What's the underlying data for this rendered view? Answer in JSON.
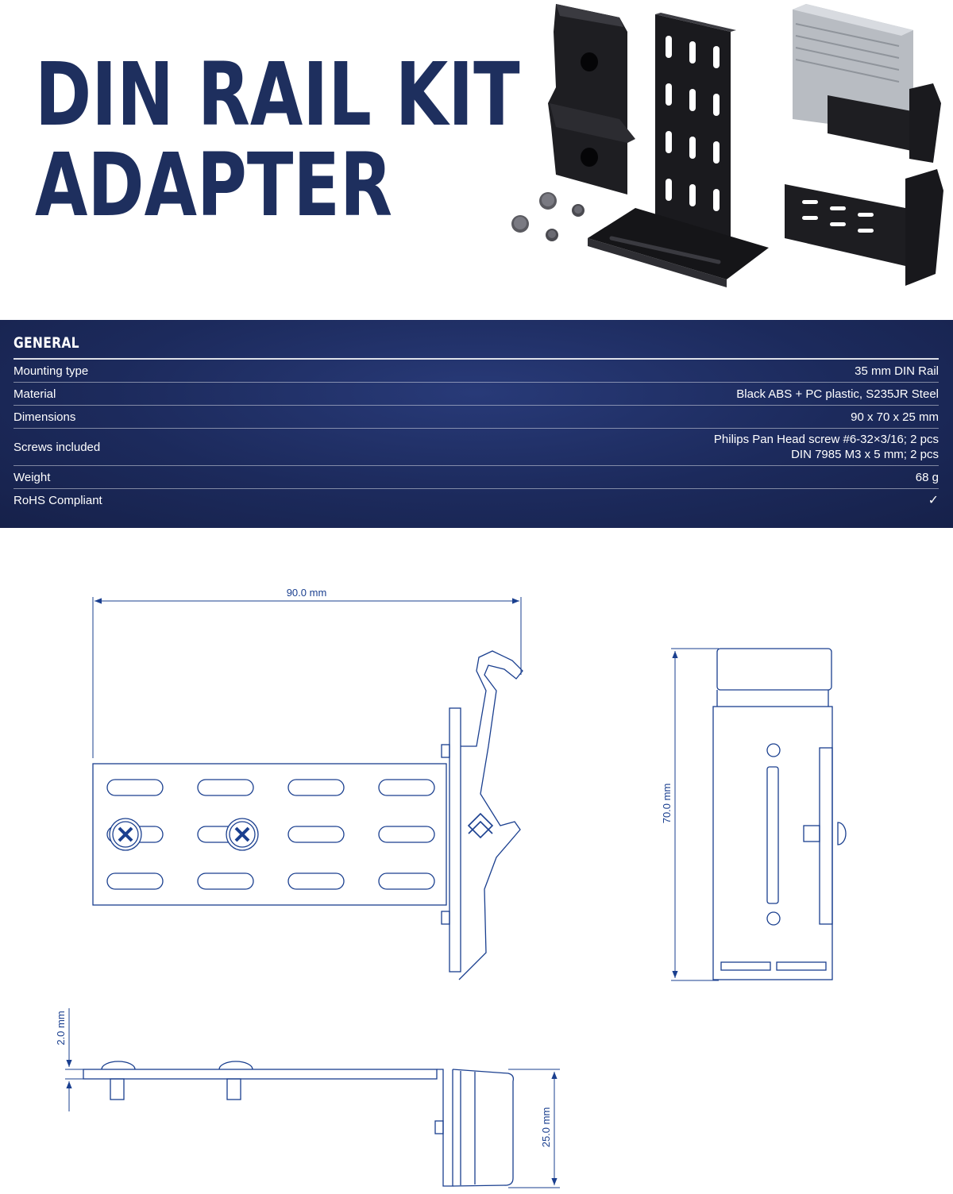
{
  "title": {
    "line1": "DIN RAIL KIT",
    "line2": "ADAPTER"
  },
  "specs": {
    "heading": "GENERAL",
    "rows": [
      {
        "label": "Mounting type",
        "value": "35 mm DIN Rail"
      },
      {
        "label": "Material",
        "value": "Black ABS + PC plastic, S235JR Steel"
      },
      {
        "label": "Dimensions",
        "value": "90 x 70 x 25 mm"
      },
      {
        "label": "Screws included",
        "value_line1": "Philips Pan Head screw #6-32×3/16; 2 pcs",
        "value_line2": "DIN 7985 M3 x 5 mm; 2 pcs"
      },
      {
        "label": "Weight",
        "value": "68 g"
      },
      {
        "label": "RoHS Compliant",
        "value": "✓"
      }
    ]
  },
  "drawings": {
    "front": {
      "width_label": "90.0 mm"
    },
    "side": {
      "height_label": "70.0 mm"
    },
    "bottom": {
      "thickness_label": "2.0 mm",
      "depth_label": "25.0 mm"
    }
  },
  "colors": {
    "navy": "#1e2f5e",
    "line_blue": "#1a3f8f",
    "photo_black": "#1c1c1f",
    "aluminum": "#b8bcc2"
  }
}
